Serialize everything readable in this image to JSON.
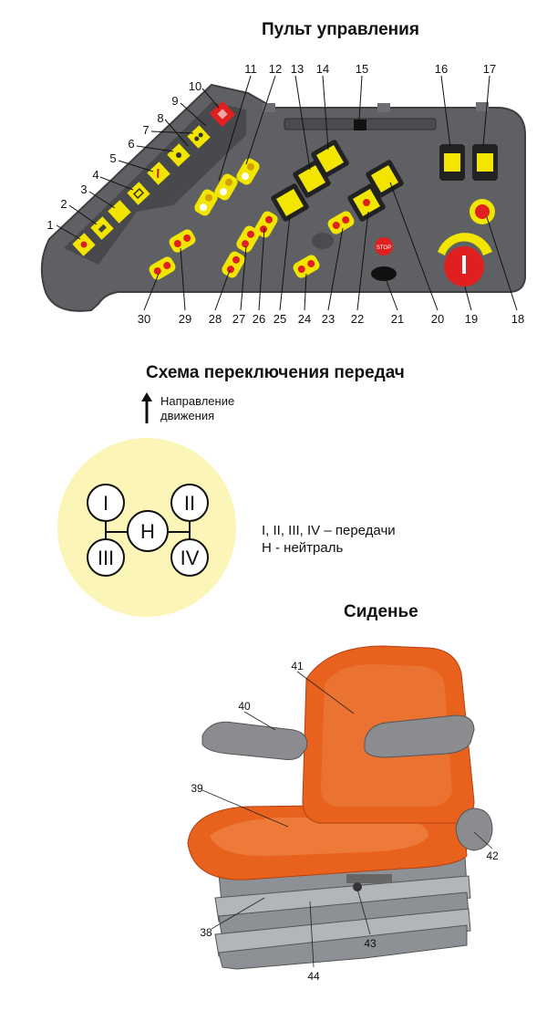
{
  "panel": {
    "title": "Пульт управления",
    "callout_numbers": [
      "1",
      "2",
      "3",
      "4",
      "5",
      "6",
      "7",
      "8",
      "9",
      "10",
      "11",
      "12",
      "13",
      "14",
      "15",
      "16",
      "17",
      "18",
      "19",
      "20",
      "21",
      "22",
      "23",
      "24",
      "25",
      "26",
      "27",
      "28",
      "29",
      "30"
    ],
    "stop_label": "STOP"
  },
  "gearshift": {
    "title": "Схема переключения передач",
    "direction_label_line1": "Направление",
    "direction_label_line2": "движения",
    "gears": [
      "I",
      "II",
      "III",
      "IV",
      "H"
    ],
    "legend_line1": "I, II, III, IV – передачи",
    "legend_line2": "H - нейтраль"
  },
  "seat": {
    "title": "Сиденье",
    "callout_numbers": [
      "38",
      "39",
      "40",
      "41",
      "42",
      "43",
      "44"
    ]
  },
  "colors": {
    "panel_body": "#5f6063",
    "button_yellow": "#f2e600",
    "button_red": "#e02020",
    "gear_circle_bg": "#fbf5b8",
    "seat_orange": "#e8621e",
    "armrest_grey": "#8a8c8f",
    "bellows_grey": "#9a9da1"
  }
}
